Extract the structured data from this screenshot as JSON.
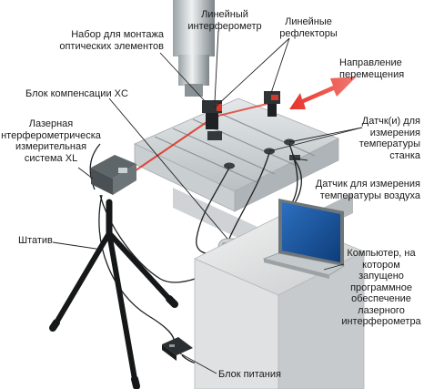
{
  "labels": {
    "optics_kit": "Набор для монтажа\nоптических элементов",
    "linear_interferometer": "Линейный\nинтерферометр",
    "linear_reflectors": "Линейные\nрефлекторы",
    "movement_direction": "Направление\nперемещения",
    "compensation_unit": "Блок компенсации XC",
    "laser_system": "Лазерная\nнтерферометрическа\nизмерительная\nсистема XL",
    "machine_temp_sensors": "Датчк(и) для\nизмерения\nтемпературы\nстанка",
    "air_temp_sensor": "Датчик для измерения\nтемпературы воздуха",
    "tripod": "Штатив",
    "laptop": "Компьютер, на\nкотором\nзапущено\nпрограммное\nобеспечение\nлазерного\nинтерферометра",
    "power_supply": "Блок питания"
  },
  "colors": {
    "laser_beam": "#e0301e",
    "direction_arrow": "#e8332a",
    "leader_line": "#222222"
  }
}
